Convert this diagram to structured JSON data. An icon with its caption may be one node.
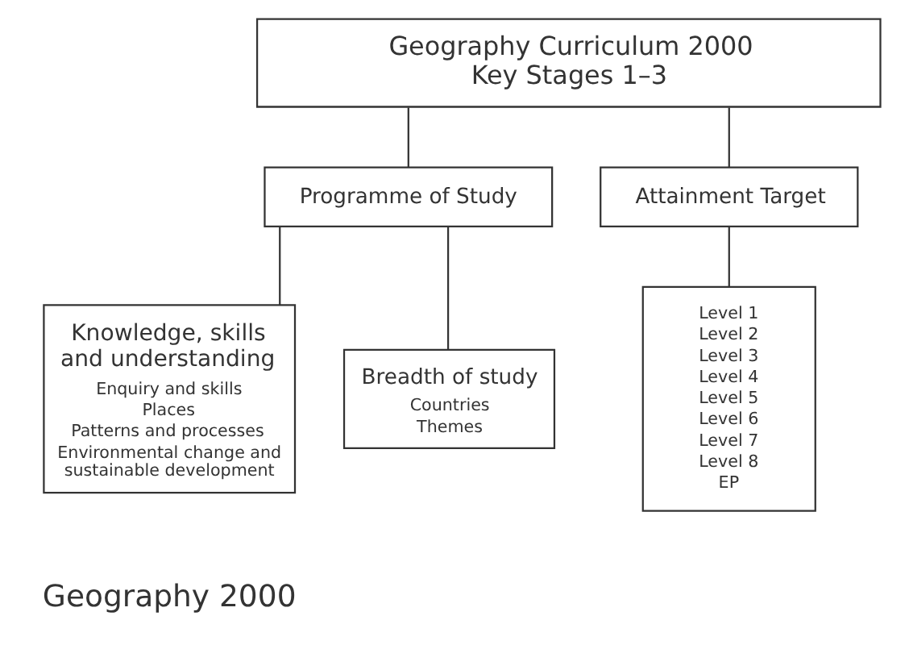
{
  "diagram": {
    "nodes": [
      {
        "text": [
          "Geography Curriculum 2000 Key Stages 1–3"
        ]
      },
      {
        "text": [
          "Programme of Study"
        ]
      },
      {
        "text": [
          "Attainment Target"
        ]
      },
      {
        "text": [
          "Knowledge, skills and understanding",
          "Enquiry and skills",
          "Places",
          "Patterns and processes",
          "Environmental change and sustainable development"
        ]
      },
      {
        "text": [
          "Breadth of study",
          "Countries",
          "Themes"
        ]
      },
      {
        "text": [
          "Level 1",
          "Level 2",
          "Level 3",
          "Level 4",
          "Level 5",
          "Level 6",
          "Level 7",
          "Level 8",
          "EP"
        ]
      }
    ],
    "edges": [
      {
        "from": 0,
        "to": 1,
        "arrow": "none"
      },
      {
        "from": 0,
        "to": 2,
        "arrow": "none"
      },
      {
        "from": 1,
        "to": 3,
        "arrow": "none"
      },
      {
        "from": 1,
        "to": 4,
        "arrow": "none"
      },
      {
        "from": 2,
        "to": 5,
        "arrow": "none"
      }
    ],
    "labels": [
      "Geography 2000"
    ]
  }
}
